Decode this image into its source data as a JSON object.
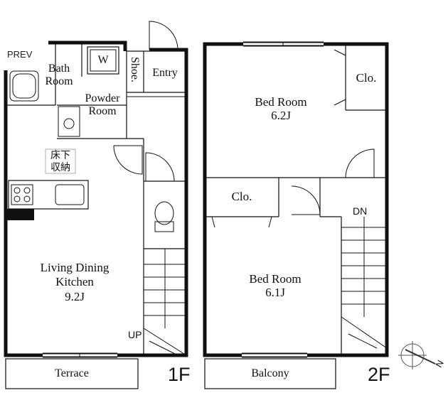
{
  "nav": {
    "prev_label": "PREV"
  },
  "floor1": {
    "floor_label": "1F",
    "bath_room": [
      "Bath",
      "Room"
    ],
    "washer": "W",
    "shoe": "Shoe.",
    "entry": "Entry",
    "powder_room": [
      "Powder",
      "Room"
    ],
    "storage": [
      "床下",
      "収納"
    ],
    "ldk": [
      "Living Dining",
      "Kitchen",
      "9.2J"
    ],
    "stairs_up": "UP",
    "terrace": "Terrace"
  },
  "floor2": {
    "floor_label": "2F",
    "bed_room_1": [
      "Bed Room",
      "6.2J"
    ],
    "closet_1": "Clo.",
    "closet_2": "Clo.",
    "bed_room_2": [
      "Bed Room",
      "6.1J"
    ],
    "stairs_down": "DN",
    "balcony": "Balcony"
  },
  "compass": {
    "north_label": "N"
  }
}
